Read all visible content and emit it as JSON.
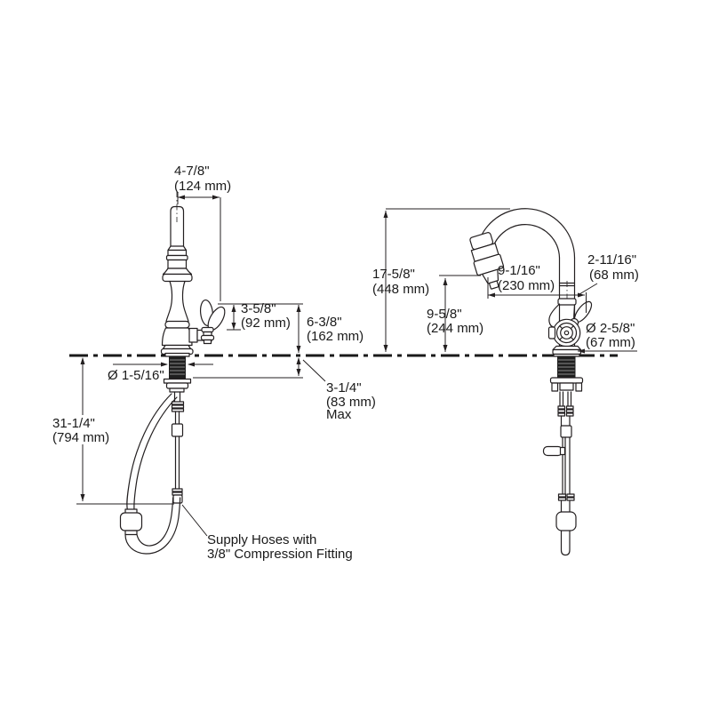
{
  "drawing": {
    "kind": "faucet installation dimension drawing",
    "line_color": "#231f20",
    "background": "#ffffff"
  },
  "dims": {
    "spout_tip_width": {
      "in": "4-7/8\"",
      "mm": "(124 mm)"
    },
    "handle_travel": {
      "in": "3-5/8\"",
      "mm": "(92 mm)"
    },
    "deck_to_handle": {
      "in": "6-3/8\"",
      "mm": "(162 mm)"
    },
    "shank_dia": {
      "in": "Ø 1-5/16\""
    },
    "below_deck": {
      "in": "31-1/4\"",
      "mm": "(794 mm)"
    },
    "deck_thickness": {
      "in": "3-1/4\"",
      "mm": "(83 mm)",
      "note": "Max"
    },
    "overall_height": {
      "in": "17-5/8\"",
      "mm": "(448 mm)"
    },
    "outlet_height": {
      "in": "9-5/8\"",
      "mm": "(244 mm)"
    },
    "spout_reach": {
      "in": "9-1/16\"",
      "mm": "(230 mm)"
    },
    "handle_offset": {
      "in": "2-11/16\"",
      "mm": "(68 mm)"
    },
    "base_dia": {
      "in": "Ø 2-5/8\"",
      "mm": "(67 mm)"
    },
    "supply_note": {
      "line1": "Supply Hoses with",
      "line2": "3/8\" Compression Fitting"
    }
  }
}
